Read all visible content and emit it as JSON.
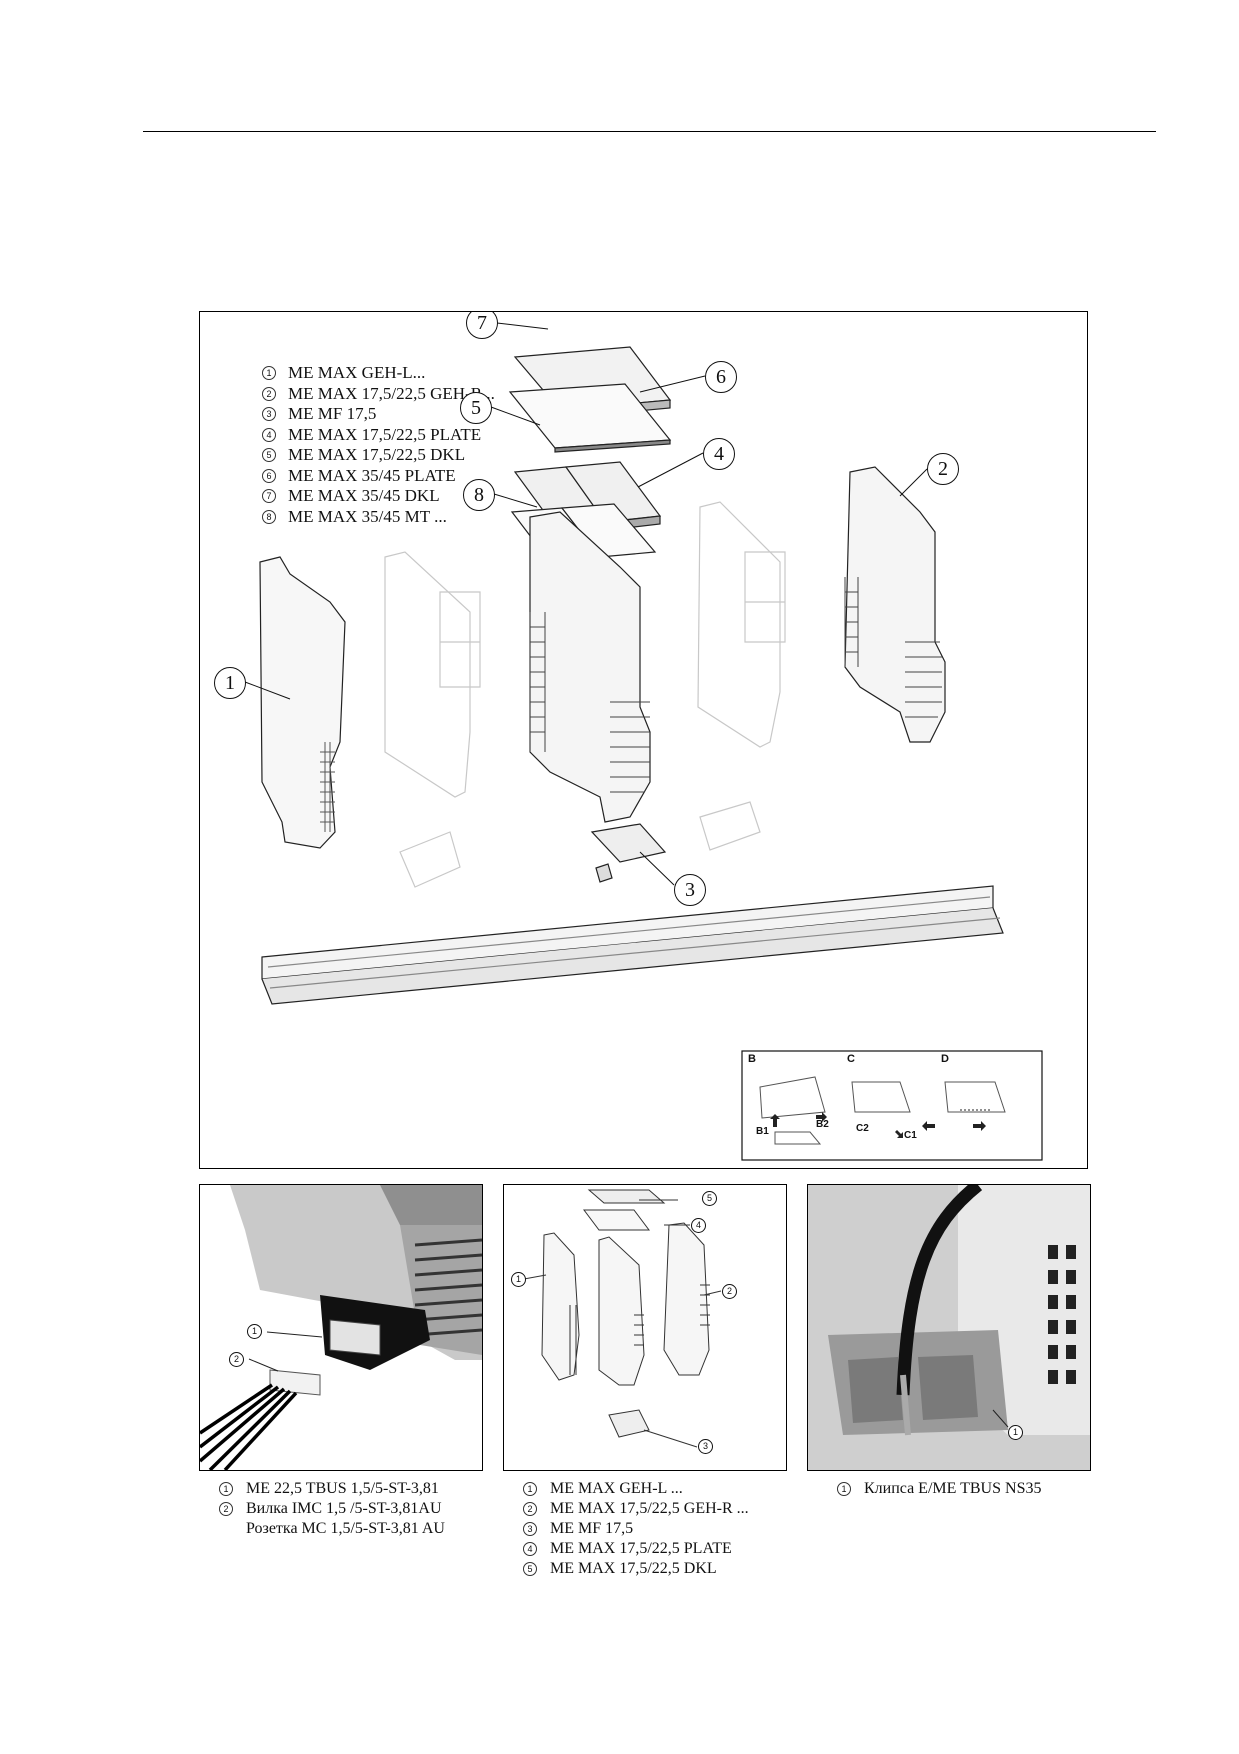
{
  "main_legend": [
    {
      "n": "1",
      "text": "ME MAX GEH-L..."
    },
    {
      "n": "2",
      "text": "ME MAX 17,5/22,5 GEH-R..."
    },
    {
      "n": "3",
      "text": "ME MF 17,5"
    },
    {
      "n": "4",
      "text": "ME MAX 17,5/22,5 PLATE"
    },
    {
      "n": "5",
      "text": "ME MAX 17,5/22,5 DKL"
    },
    {
      "n": "6",
      "text": "ME MAX 35/45 PLATE"
    },
    {
      "n": "7",
      "text": "ME MAX 35/45 DKL"
    },
    {
      "n": "8",
      "text": "ME MAX 35/45 MT ..."
    }
  ],
  "main_callouts": [
    "1",
    "2",
    "3",
    "4",
    "5",
    "6",
    "7",
    "8"
  ],
  "inset": {
    "labels": {
      "b": "B",
      "c": "C",
      "d": "D"
    },
    "arrows": {
      "b1": "B1",
      "b2": "B2",
      "c1": "C1",
      "c2": "C2"
    }
  },
  "photo_left": {
    "callouts": [
      "1",
      "2"
    ],
    "caption": [
      {
        "n": "1",
        "text": "ME 22,5 TBUS 1,5/5-ST-3,81"
      },
      {
        "n": "2",
        "text": "Вилка IMC 1,5 /5-ST-3,81AU"
      },
      {
        "n": "",
        "text": "Розетка MC 1,5/5-ST-3,81 AU"
      }
    ]
  },
  "photo_middle": {
    "callouts": [
      "1",
      "2",
      "3",
      "4",
      "5"
    ],
    "caption": [
      {
        "n": "1",
        "text": "ME MAX GEH-L ..."
      },
      {
        "n": "2",
        "text": "ME MAX 17,5/22,5 GEH-R ..."
      },
      {
        "n": "3",
        "text": "ME MF 17,5"
      },
      {
        "n": "4",
        "text": "ME MAX 17,5/22,5 PLATE"
      },
      {
        "n": "5",
        "text": "ME MAX 17,5/22,5 DKL"
      }
    ]
  },
  "photo_right": {
    "callouts": [
      "1"
    ],
    "caption": [
      {
        "n": "1",
        "text": "Клипса E/ME TBUS NS35"
      }
    ]
  }
}
